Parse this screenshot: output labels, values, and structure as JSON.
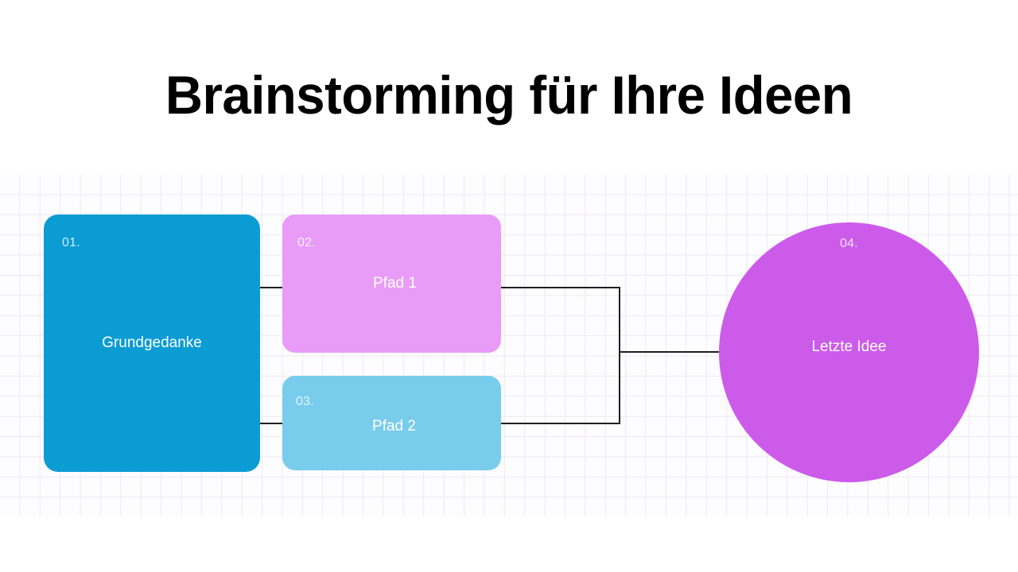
{
  "page": {
    "title": "Brainstorming für Ihre Ideen",
    "background_color": "#ffffff",
    "grid_color": "#eceaf0",
    "connector_color": "#1f1f1f"
  },
  "diagram": {
    "nodes": [
      {
        "number": "01.",
        "label": "Grundgedanke",
        "shape": "rounded-rectangle",
        "color": "#0b9cd3"
      },
      {
        "number": "02.",
        "label": "Pfad 1",
        "shape": "rounded-rectangle",
        "color": "#e89cf7"
      },
      {
        "number": "03.",
        "label": "Pfad 2",
        "shape": "rounded-rectangle",
        "color": "#78ccec"
      },
      {
        "number": "04.",
        "label": "Letzte Idee",
        "shape": "circle",
        "color": "#cc5bea"
      }
    ]
  }
}
